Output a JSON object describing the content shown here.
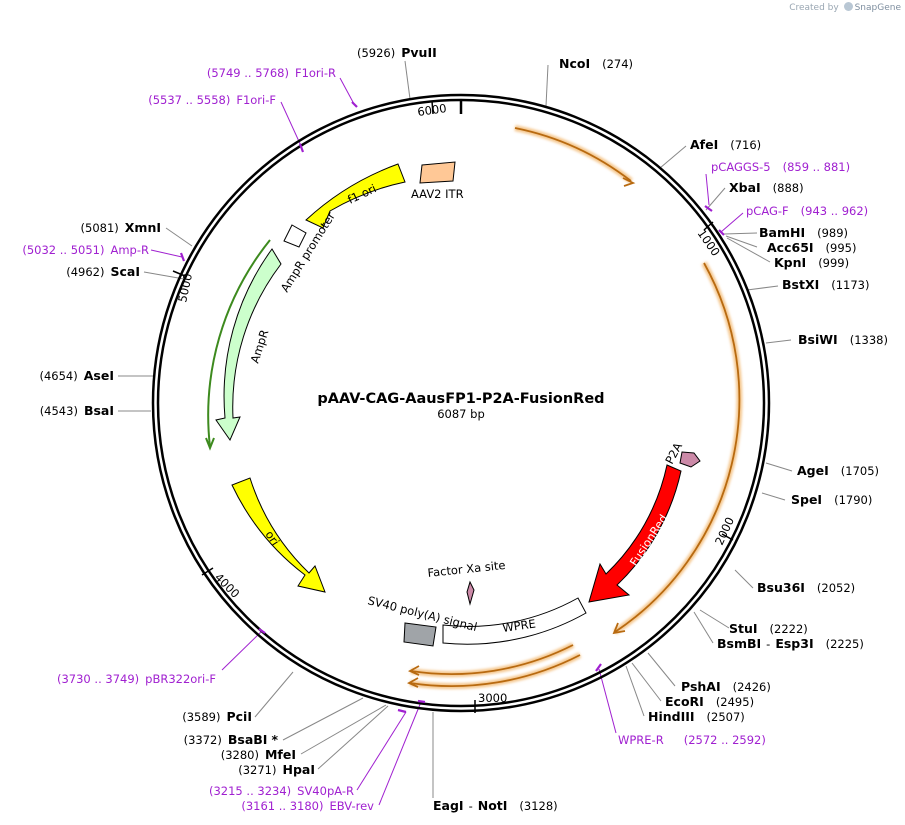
{
  "credit": {
    "prefix": "Created by",
    "brand": "SnapGene"
  },
  "plasmid": {
    "name": "pAAV-CAG-AausFP1-P2A-FusionRed",
    "size": "6087 bp"
  },
  "ticks": [
    "1000",
    "2000",
    "3000",
    "4000",
    "5000",
    "6000"
  ],
  "sites": [
    {
      "name": "NcoI",
      "pos": "(274)"
    },
    {
      "name": "AfeI",
      "pos": "(716)"
    },
    {
      "name": "XbaI",
      "pos": "(888)"
    },
    {
      "name": "BamHI",
      "pos": "(989)"
    },
    {
      "name": "Acc65I",
      "pos": "(995)"
    },
    {
      "name": "KpnI",
      "pos": "(999)"
    },
    {
      "name": "BstXI",
      "pos": "(1173)"
    },
    {
      "name": "BsiWI",
      "pos": "(1338)"
    },
    {
      "name": "AgeI",
      "pos": "(1705)"
    },
    {
      "name": "SpeI",
      "pos": "(1790)"
    },
    {
      "name": "Bsu36I",
      "pos": "(2052)"
    },
    {
      "name": "StuI",
      "pos": "(2222)"
    },
    {
      "name": "BsmBI",
      "sep": "-",
      "name2": "Esp3I",
      "pos": "(2225)"
    },
    {
      "name": "PshAI",
      "pos": "(2426)"
    },
    {
      "name": "EcoRI",
      "pos": "(2495)"
    },
    {
      "name": "HindIII",
      "pos": "(2507)"
    },
    {
      "name": "EagI",
      "sep": "-",
      "name2": "NotI",
      "pos": "(3128)"
    },
    {
      "name": "HpaI",
      "pos": "(3271)"
    },
    {
      "name": "MfeI",
      "pos": "(3280)"
    },
    {
      "name": "BsaBI",
      "star": "*",
      "pos": "(3372)"
    },
    {
      "name": "PciI",
      "pos": "(3589)"
    },
    {
      "name": "BsaI",
      "pos": "(4543)"
    },
    {
      "name": "AseI",
      "pos": "(4654)"
    },
    {
      "name": "ScaI",
      "pos": "(4962)"
    },
    {
      "name": "XmnI",
      "pos": "(5081)"
    },
    {
      "name": "PvuII",
      "pos": "(5926)"
    }
  ],
  "primers": [
    {
      "name": "pCAGGS-5",
      "range": "(859 .. 881)"
    },
    {
      "name": "pCAG-F",
      "range": "(943 .. 962)"
    },
    {
      "name": "WPRE-R",
      "range": "(2572 .. 2592)"
    },
    {
      "name": "SV40pA-R",
      "range": "(3215 .. 3234)"
    },
    {
      "name": "EBV-rev",
      "range": "(3161 .. 3180)"
    },
    {
      "name": "pBR322ori-F",
      "range": "(3730 .. 3749)"
    },
    {
      "name": "Amp-R",
      "range": "(5032 .. 5051)"
    },
    {
      "name": "F1ori-F",
      "range": "(5537 .. 5558)"
    },
    {
      "name": "F1ori-R",
      "range": "(5749 .. 5768)"
    }
  ],
  "features": {
    "aav2_itr": "AAV2 ITR",
    "f1_ori": "f1 ori",
    "ampr_promoter": "AmpR promoter",
    "ampr": "AmpR",
    "ori": "ori",
    "sv40": "SV40 poly(A) signal",
    "factor_xa": "Factor Xa site",
    "wpre": "WPRE",
    "fusionred": "FusionRed",
    "p2a": "P2A"
  },
  "colors": {
    "backbone": "#000000",
    "orf_arrow": "#b86a10",
    "orf_halo": "#f5c890",
    "f1_ori": "#ffff00",
    "ori": "#ffff00",
    "ampr": "#ccffcc",
    "ampr_orf": "#3d8a1e",
    "aav2_itr": "#ffc896",
    "sv40": "#a0a4a8",
    "fusionred": "#ff0000",
    "p2a": "#cc8aa8",
    "wpre": "#ffffff",
    "primer": "#a020d0",
    "site_line": "#888888"
  }
}
